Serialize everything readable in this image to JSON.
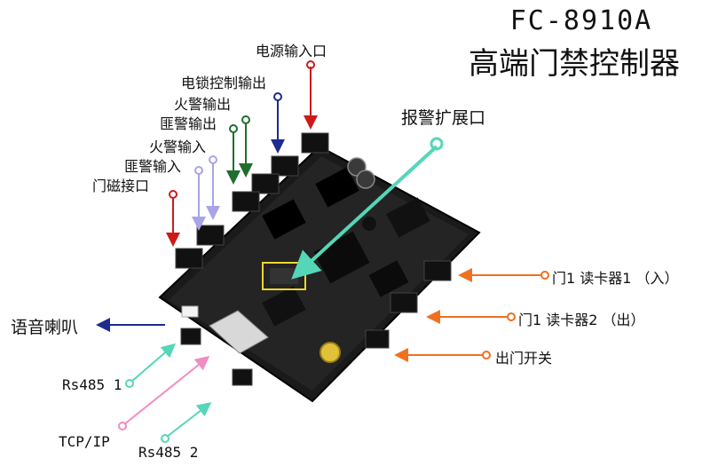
{
  "title": {
    "model": "FC-8910A",
    "name": "高端门禁控制器"
  },
  "labels": {
    "power_input": "电源输入口",
    "lock_output": "电锁控制输出",
    "fire_output": "火警输出",
    "intrusion_output": "匪警输出",
    "fire_input": "火警输入",
    "intrusion_input": "匪警输入",
    "door_magnet": "门磁接口",
    "alarm_expansion": "报警扩展口",
    "speaker": "语音喇叭",
    "rs485_1": "Rs485 1",
    "tcp_ip": "TCP/IP",
    "rs485_2": "Rs485 2",
    "reader_in": "门1 读卡器1 （入）",
    "reader_out": "门1 读卡器2 （出）",
    "exit_switch": "出门开关"
  },
  "colors": {
    "red": "#cc1a1a",
    "navy": "#1c2b8c",
    "green": "#1f6e2e",
    "lavender": "#a8a4e8",
    "teal": "#55d6b8",
    "orange": "#f07020",
    "pink": "#f08cc0",
    "yellow_box": "#e8d830"
  }
}
